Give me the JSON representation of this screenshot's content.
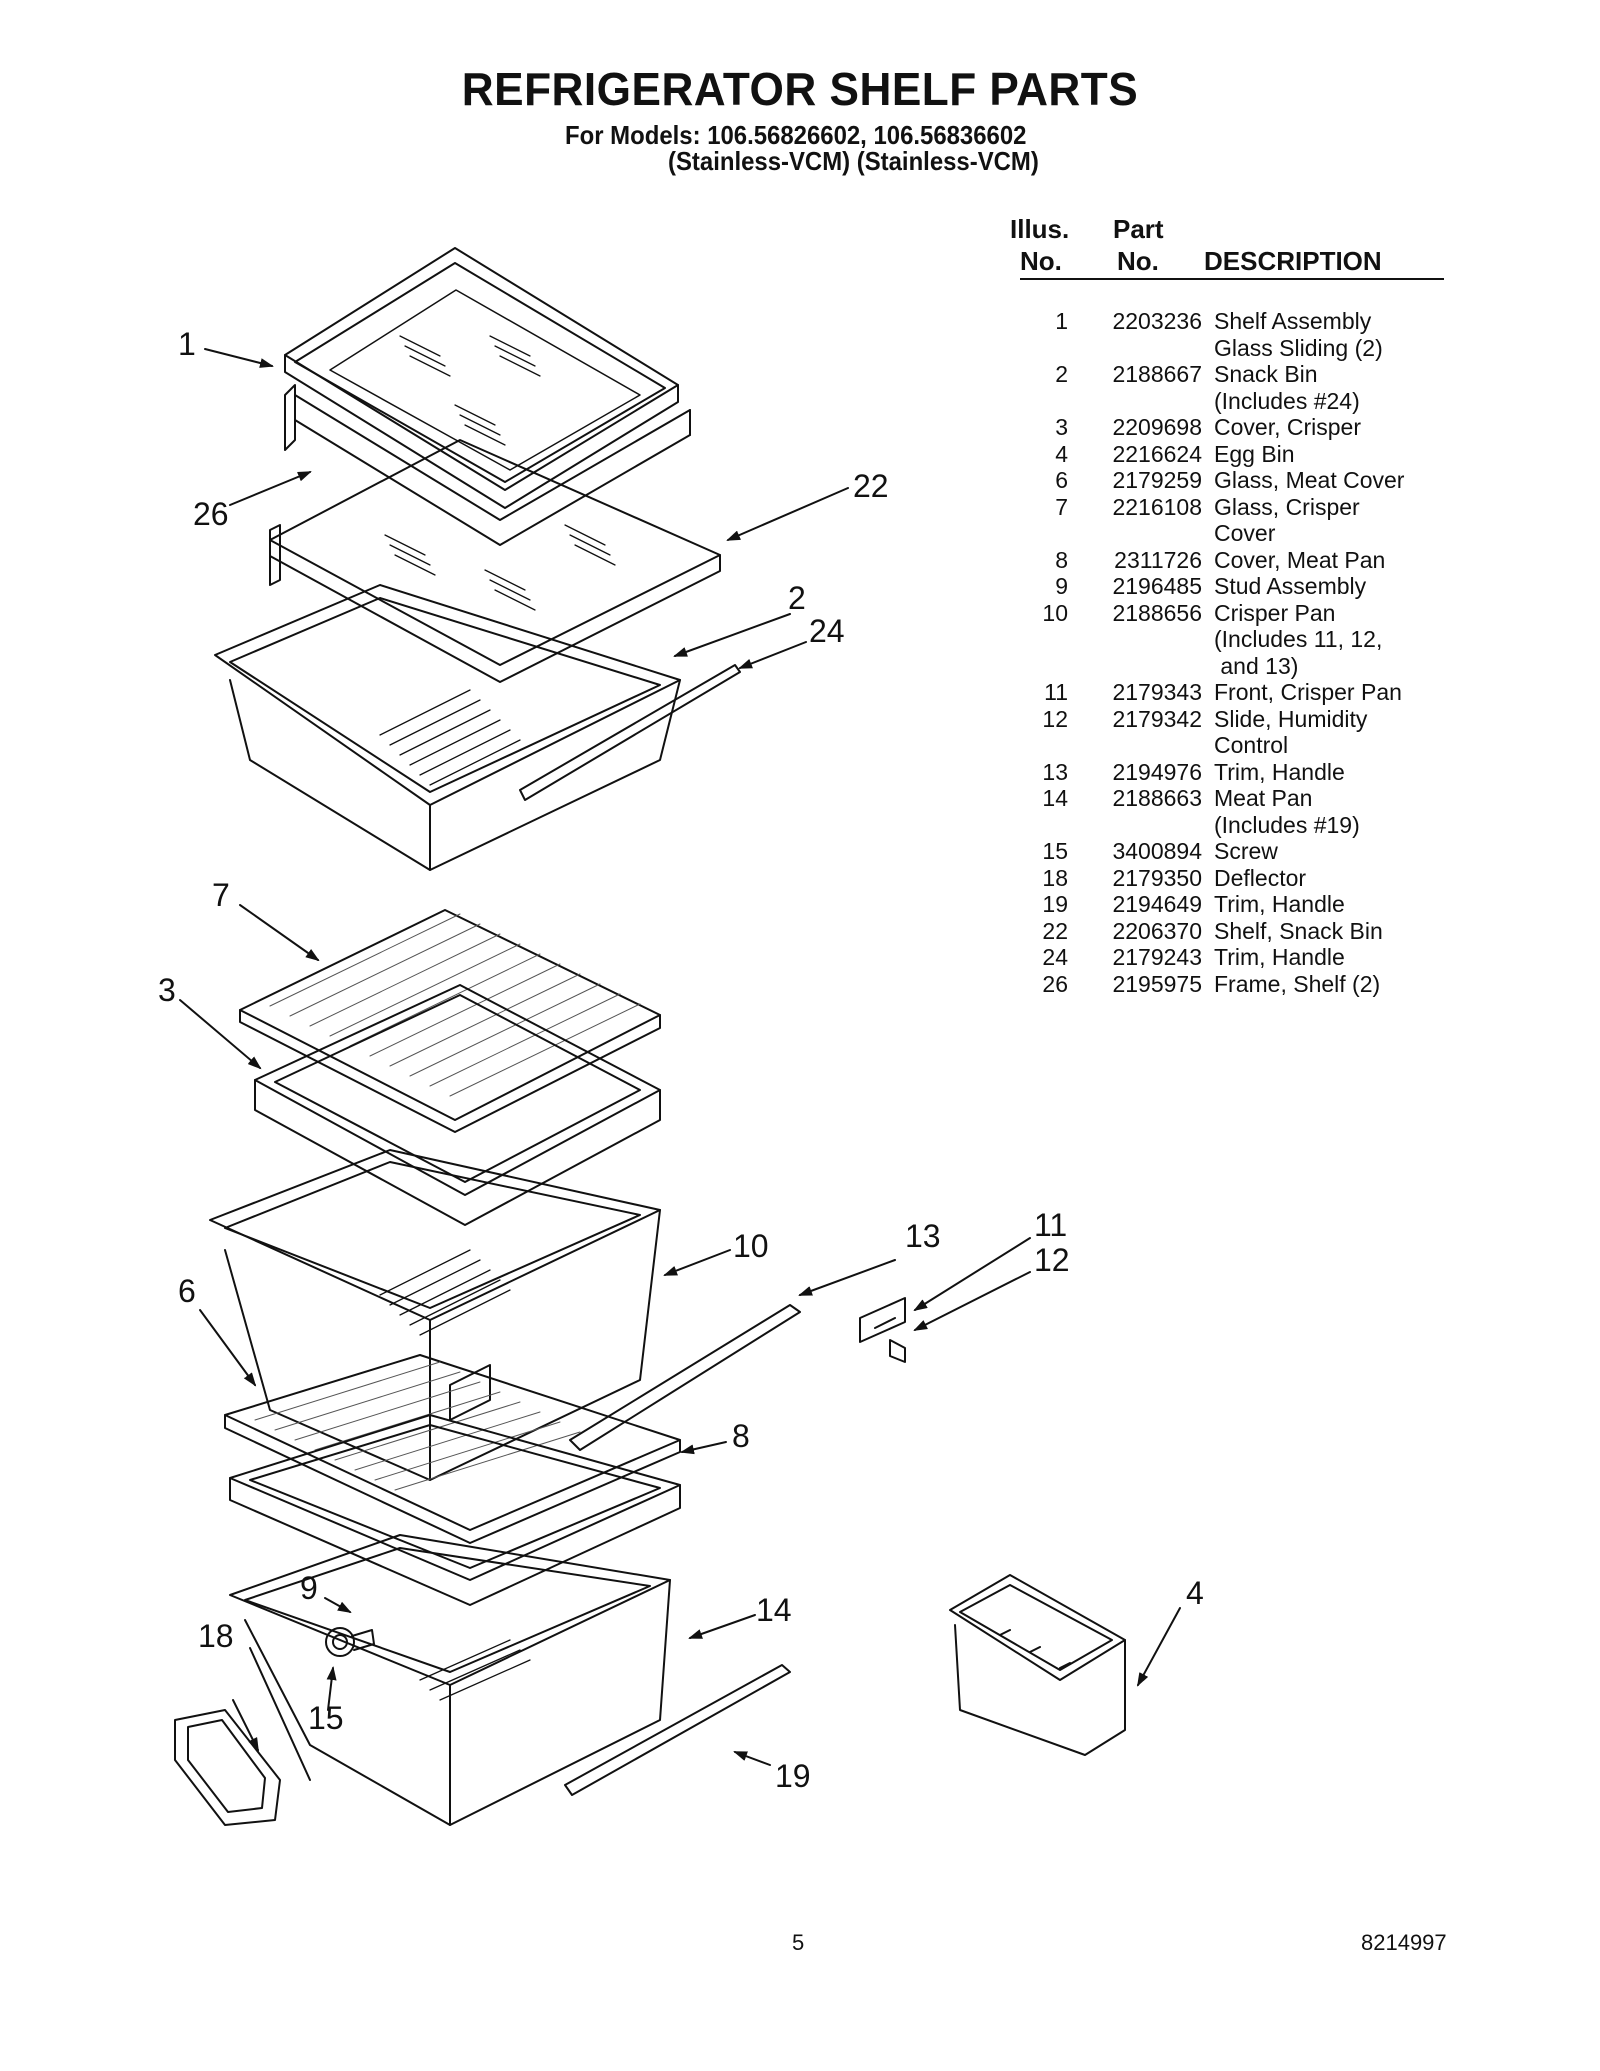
{
  "title": "REFRIGERATOR SHELF PARTS",
  "models_line": "For Models: 106.56826602, 106.56836602",
  "models_sub": "(Stainless-VCM) (Stainless-VCM)",
  "table": {
    "headers": {
      "illus_top": "Illus.",
      "illus_bottom": "No.",
      "part_top": "Part",
      "part_bottom": "No.",
      "description": "DESCRIPTION"
    },
    "rows": [
      {
        "illus": "1",
        "part": "2203236",
        "desc": "Shelf Assembly"
      },
      {
        "illus": "",
        "part": "",
        "desc": "Glass Sliding (2)"
      },
      {
        "illus": "2",
        "part": "2188667",
        "desc": "Snack Bin"
      },
      {
        "illus": "",
        "part": "",
        "desc": "(Includes #24)"
      },
      {
        "illus": "3",
        "part": "2209698",
        "desc": "Cover, Crisper"
      },
      {
        "illus": "4",
        "part": "2216624",
        "desc": "Egg Bin"
      },
      {
        "illus": "6",
        "part": "2179259",
        "desc": "Glass, Meat Cover"
      },
      {
        "illus": "7",
        "part": "2216108",
        "desc": "Glass, Crisper"
      },
      {
        "illus": "",
        "part": "",
        "desc": "Cover"
      },
      {
        "illus": "8",
        "part": "2311726",
        "desc": "Cover, Meat Pan"
      },
      {
        "illus": "9",
        "part": "2196485",
        "desc": "Stud Assembly"
      },
      {
        "illus": "10",
        "part": "2188656",
        "desc": "Crisper Pan"
      },
      {
        "illus": "",
        "part": "",
        "desc": "(Includes 11, 12,"
      },
      {
        "illus": "",
        "part": "",
        "desc": " and 13)"
      },
      {
        "illus": "11",
        "part": "2179343",
        "desc": "Front, Crisper Pan"
      },
      {
        "illus": "12",
        "part": "2179342",
        "desc": "Slide, Humidity"
      },
      {
        "illus": "",
        "part": "",
        "desc": "Control"
      },
      {
        "illus": "13",
        "part": "2194976",
        "desc": "Trim, Handle"
      },
      {
        "illus": "14",
        "part": "2188663",
        "desc": "Meat Pan"
      },
      {
        "illus": "",
        "part": "",
        "desc": "(Includes #19)"
      },
      {
        "illus": "15",
        "part": "3400894",
        "desc": "Screw"
      },
      {
        "illus": "18",
        "part": "2179350",
        "desc": "Deflector"
      },
      {
        "illus": "19",
        "part": "2194649",
        "desc": "Trim, Handle"
      },
      {
        "illus": "22",
        "part": "2206370",
        "desc": "Shelf, Snack Bin"
      },
      {
        "illus": "24",
        "part": "2179243",
        "desc": "Trim, Handle"
      },
      {
        "illus": "26",
        "part": "2195975",
        "desc": "Frame, Shelf (2)"
      }
    ]
  },
  "callouts": [
    "1",
    "26",
    "22",
    "2",
    "24",
    "7",
    "3",
    "10",
    "13",
    "11",
    "12",
    "6",
    "8",
    "9",
    "18",
    "15",
    "14",
    "19",
    "4"
  ],
  "footer": {
    "page_number": "5",
    "doc_code": "8214997"
  }
}
